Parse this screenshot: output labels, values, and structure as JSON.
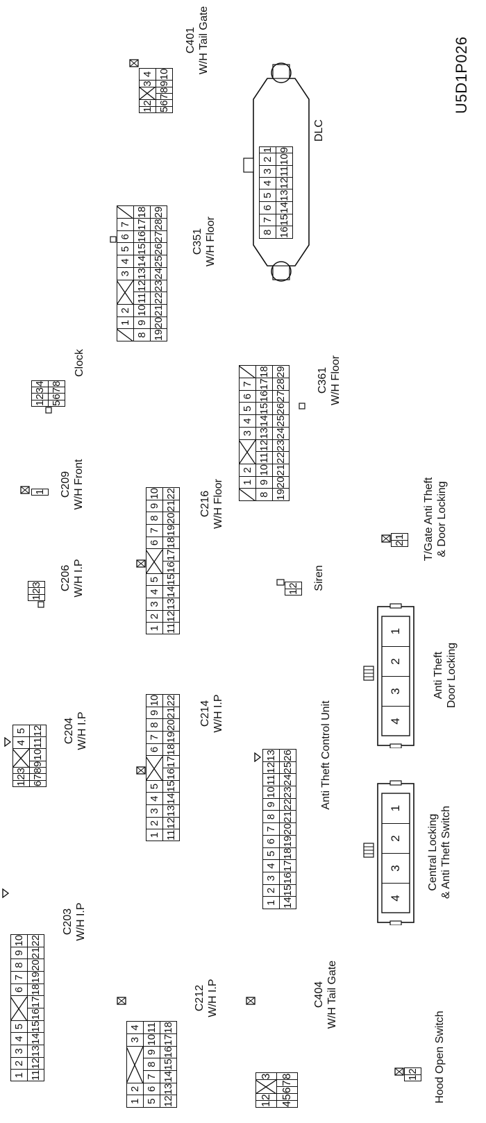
{
  "diagram_code": "U5D1P026",
  "connectors": {
    "c203": {
      "id": "C203",
      "name": "W/H I.P",
      "row1": [
        "1",
        "2",
        "3",
        "4",
        "5",
        "",
        "6",
        "7",
        "8",
        "9",
        "10"
      ],
      "row2": [
        "11",
        "12",
        "13",
        "14",
        "15",
        "16",
        "17",
        "18",
        "19",
        "20",
        "21",
        "22"
      ]
    },
    "c204": {
      "id": "C204",
      "name": "W/H I.P",
      "row1": [
        "1",
        "2",
        "3",
        "",
        "4",
        "5"
      ],
      "row2": [
        "6",
        "7",
        "8",
        "9",
        "10",
        "11",
        "12"
      ]
    },
    "c206": {
      "id": "C206",
      "name": "W/H I.P",
      "row1": [
        "1",
        "2",
        "3"
      ]
    },
    "c209": {
      "id": "C209",
      "name": "W/H Front",
      "row1": [
        "1"
      ]
    },
    "clock": {
      "name": "Clock",
      "row1": [
        "1",
        "2",
        "3",
        "4"
      ],
      "row2": [
        "5",
        "6",
        "7",
        "8"
      ]
    },
    "c351": {
      "id": "C351",
      "name": "W/H Floor",
      "row1": [
        "",
        "1",
        "2",
        "",
        "3",
        "4",
        "5",
        "6",
        "7",
        ""
      ],
      "row2": [
        "8",
        "9",
        "10",
        "11",
        "12",
        "13",
        "14",
        "15",
        "16",
        "17",
        "18"
      ],
      "row3": [
        "19",
        "20",
        "21",
        "22",
        "23",
        "24",
        "25",
        "26",
        "27",
        "28",
        "29"
      ]
    },
    "c401": {
      "id": "C401",
      "name": "W/H Tail Gate",
      "row1": [
        "1",
        "2",
        "",
        "3",
        "4"
      ],
      "row2": [
        "5",
        "6",
        "7",
        "8",
        "9",
        "10"
      ]
    },
    "c212": {
      "id": "C212",
      "name": "W/H I.P",
      "row1": [
        "1",
        "2",
        "",
        "3",
        "4"
      ],
      "row2": [
        "5",
        "6",
        "7",
        "8",
        "9",
        "10",
        "11"
      ],
      "row3": [
        "12",
        "13",
        "14",
        "15",
        "16",
        "17",
        "18"
      ]
    },
    "c214": {
      "id": "C214",
      "name": "W/H I.P",
      "row1": [
        "1",
        "2",
        "3",
        "4",
        "5",
        "",
        "6",
        "7",
        "8",
        "9",
        "10"
      ],
      "row2": [
        "11",
        "12",
        "13",
        "14",
        "15",
        "16",
        "17",
        "18",
        "19",
        "20",
        "21",
        "22"
      ]
    },
    "c216": {
      "id": "C216",
      "name": "W/H Floor",
      "row1": [
        "1",
        "2",
        "3",
        "4",
        "5",
        "",
        "6",
        "7",
        "8",
        "9",
        "10"
      ],
      "row2": [
        "11",
        "12",
        "13",
        "14",
        "15",
        "16",
        "17",
        "18",
        "19",
        "20",
        "21",
        "22"
      ]
    },
    "c361": {
      "id": "C361",
      "name": "W/H Floor",
      "row1": [
        "",
        "1",
        "2",
        "",
        "3",
        "4",
        "5",
        "6",
        "7",
        ""
      ],
      "row2": [
        "8",
        "9",
        "10",
        "11",
        "12",
        "13",
        "14",
        "15",
        "16",
        "17",
        "18"
      ],
      "row3": [
        "19",
        "20",
        "21",
        "22",
        "23",
        "24",
        "25",
        "26",
        "27",
        "28",
        "29"
      ]
    },
    "c404": {
      "id": "C404",
      "name": "W/H Tail Gate",
      "row1": [
        "1",
        "2",
        "",
        "3"
      ],
      "row2": [
        "4",
        "5",
        "6",
        "7",
        "8"
      ]
    },
    "atcu": {
      "name": "Anti Theft Control Unit",
      "row1": [
        "1",
        "2",
        "3",
        "4",
        "5",
        "6",
        "7",
        "8",
        "9",
        "10",
        "11",
        "12",
        "13"
      ],
      "row2": [
        "14",
        "15",
        "16",
        "17",
        "18",
        "19",
        "20",
        "21",
        "22",
        "23",
        "24",
        "25",
        "26"
      ]
    },
    "siren": {
      "name": "Siren",
      "row1": [
        "1",
        "2"
      ]
    },
    "dlc": {
      "name": "DLC",
      "row1": [
        "8",
        "7",
        "6",
        "5",
        "4",
        "3",
        "2",
        "1"
      ],
      "row2": [
        "16",
        "15",
        "14",
        "13",
        "12",
        "11",
        "10",
        "9"
      ]
    },
    "hood": {
      "name": "Hood Open Switch",
      "row1": [
        "1",
        "2"
      ]
    },
    "central": {
      "name": "Central Locking\n& Anti Theft Switch",
      "name1": "Central Locking",
      "name2": "& Anti Theft Switch",
      "row1": [
        "4",
        "3",
        "2",
        "1"
      ]
    },
    "atdl": {
      "name1": "Anti Theft",
      "name2": "Door Locking",
      "row1": [
        "4",
        "3",
        "2",
        "1"
      ]
    },
    "tgate": {
      "name1": "T/Gate Anti Theft",
      "name2": "& Door Locking",
      "row1": [
        "2",
        "1"
      ]
    }
  }
}
